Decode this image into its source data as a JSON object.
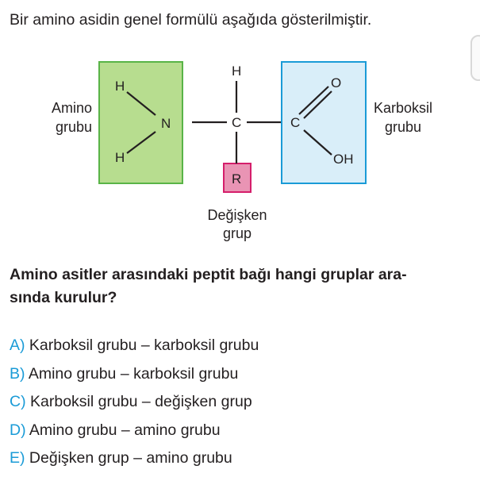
{
  "intro": "Bir amino asidin genel formülü aşağıda gösterilmiştir.",
  "diagram": {
    "amino_label_line1": "Amino",
    "amino_label_line2": "grubu",
    "carboxyl_label_line1": "Karboksil",
    "carboxyl_label_line2": "grubu",
    "variable_label_line1": "Değişken",
    "variable_label_line2": "grup",
    "atoms": {
      "h_top_left": "H",
      "h_bottom_left": "H",
      "n": "N",
      "h_top_center": "H",
      "c_center": "C",
      "r": "R",
      "c_carboxyl": "C",
      "o": "O",
      "oh": "OH"
    },
    "colors": {
      "amino_fill": "#b7dd8f",
      "amino_stroke": "#59b447",
      "carboxyl_fill": "#d9eef9",
      "carboxyl_stroke": "#1a9bd7",
      "r_fill": "#e994b4",
      "r_stroke": "#d51e6b"
    }
  },
  "question": {
    "line1": "Amino asitler arasındaki peptit bağı hangi gruplar ara-",
    "line2": "sında kurulur?"
  },
  "options": [
    {
      "letter": "A)",
      "text": "Karboksil grubu – karboksil grubu"
    },
    {
      "letter": "B)",
      "text": "Amino grubu – karboksil grubu"
    },
    {
      "letter": "C)",
      "text": "Karboksil grubu – değişken grup"
    },
    {
      "letter": "D)",
      "text": "Amino grubu – amino grubu"
    },
    {
      "letter": "E)",
      "text": "Değişken grup – amino grubu"
    }
  ],
  "accent_color": "#1a9bd7"
}
